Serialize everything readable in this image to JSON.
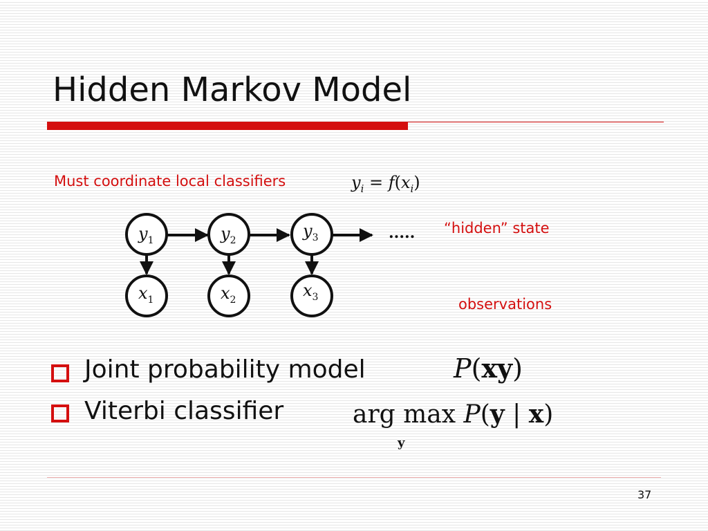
{
  "title": "Hidden Markov Model",
  "coord_note": "Must coordinate local classifiers",
  "formula_local": {
    "y": "y",
    "y_sub": "i",
    "eq": "=",
    "f": "f",
    "open": "(",
    "x": "x",
    "x_sub": "i",
    "close": ")"
  },
  "hidden_states": [
    {
      "var": "y",
      "sub": "1"
    },
    {
      "var": "y",
      "sub": "2"
    },
    {
      "var": "y",
      "sub": "3"
    }
  ],
  "observations": [
    {
      "var": "x",
      "sub": "1"
    },
    {
      "var": "x",
      "sub": "2"
    },
    {
      "var": "x",
      "sub": "3"
    }
  ],
  "continuation": ".....",
  "hidden_label": "“hidden” state",
  "observations_label": "observations",
  "bullets": [
    {
      "text": "Joint probability model"
    },
    {
      "text": "Viterbi classifier"
    }
  ],
  "formula_joint": {
    "P": "P",
    "open": "(",
    "vars": "xy",
    "close": ")"
  },
  "formula_viterbi": {
    "argmax": "arg max",
    "P": "P",
    "open": "(",
    "y": "y",
    "bar": "|",
    "x": "x",
    "close": ")",
    "sub": "y"
  },
  "page_number": "37",
  "colors": {
    "accent": "#d40f0f",
    "text": "#111111"
  }
}
